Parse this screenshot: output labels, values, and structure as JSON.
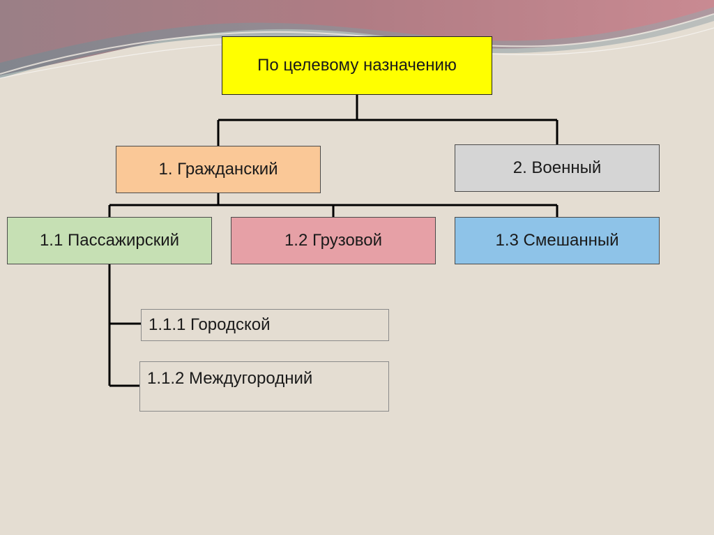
{
  "colors": {
    "background": "#e4ddd2",
    "root_fill": "#ffff00",
    "civil_fill": "#fac897",
    "military_fill": "#d5d5d5",
    "passenger_fill": "#c6e0b4",
    "cargo_fill": "#e6a0a6",
    "mixed_fill": "#8ec3e8",
    "leaf_fill": "#e4ddd2",
    "connector": "#000000"
  },
  "diagram": {
    "root": {
      "label": "По целевому назначению"
    },
    "civil": {
      "label": "1. Гражданский"
    },
    "military": {
      "label": "2. Военный"
    },
    "passenger": {
      "label": "1.1 Пассажирский"
    },
    "cargo": {
      "label": "1.2 Грузовой"
    },
    "mixed": {
      "label": "1.3 Смешанный"
    },
    "city": {
      "label": "1.1.1 Городской"
    },
    "intercity": {
      "label": "1.1.2 Междугородний"
    }
  }
}
